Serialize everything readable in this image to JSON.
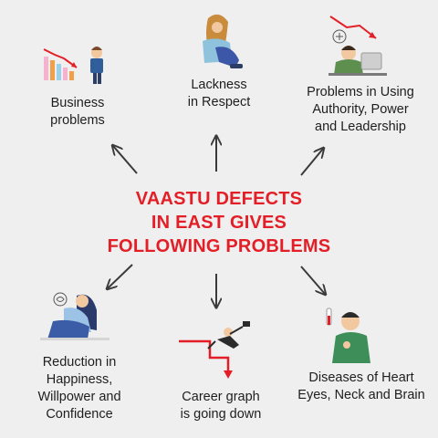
{
  "title": {
    "line1": "VAASTU DEFECTS",
    "line2": "IN EAST GIVES",
    "line3": "FOLLOWING PROBLEMS"
  },
  "problems": [
    {
      "id": "business",
      "lines": [
        "Business",
        "problems"
      ]
    },
    {
      "id": "respect",
      "lines": [
        "Lackness",
        "in Respect"
      ]
    },
    {
      "id": "authority",
      "lines": [
        "Problems in Using",
        "Authority, Power",
        "and Leadership"
      ]
    },
    {
      "id": "happiness",
      "lines": [
        "Reduction in",
        "Happiness,",
        "Willpower and",
        "Confidence"
      ]
    },
    {
      "id": "career",
      "lines": [
        "Career graph",
        "is going down"
      ]
    },
    {
      "id": "diseases",
      "lines": [
        "Diseases of Heart",
        "Eyes, Neck and Brain"
      ]
    }
  ],
  "colors": {
    "title": "#e41e26",
    "background": "#efefef",
    "arrow": "#3a3a3a",
    "text": "#1e1e1e"
  }
}
